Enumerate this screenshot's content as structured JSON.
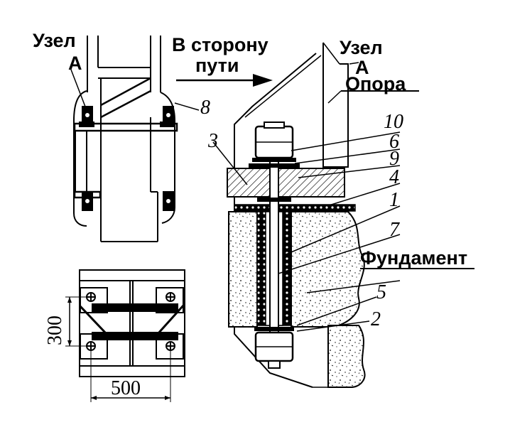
{
  "labels": {
    "uzel_left": "Узел",
    "a_left": "A",
    "direction_line1": "В сторону",
    "direction_line2": "пути",
    "uzel_right": "Узел",
    "a_right": "A",
    "opora": "Опора",
    "fundament": "Фундамент"
  },
  "part_numbers": {
    "p8": "8",
    "p10": "10",
    "p6": "6",
    "p3": "3",
    "p9": "9",
    "p4": "4",
    "p1": "1",
    "p7": "7",
    "p5": "5",
    "p2": "2"
  },
  "dimensions": {
    "height": "300",
    "width": "500"
  },
  "colors": {
    "ink": "#000000",
    "paper": "#ffffff"
  }
}
